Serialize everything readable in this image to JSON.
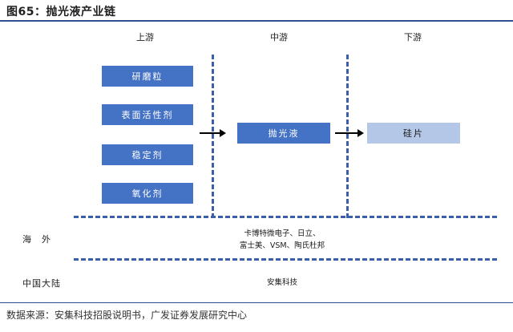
{
  "title": "图65：抛光液产业链",
  "columns": {
    "upstream": "上游",
    "midstream": "中游",
    "downstream": "下游"
  },
  "upstream_items": [
    "研磨粒",
    "表面活性剂",
    "稳定剂",
    "氧化剂"
  ],
  "midstream_item": "抛光液",
  "downstream_item": "硅片",
  "rows": {
    "overseas_label": "海　外",
    "overseas_line1": "卡博特微电子、日立、",
    "overseas_line2": "富士美、VSM、陶氏杜邦",
    "china_label": "中国大陆",
    "china_value": "安集科技"
  },
  "source": "数据来源：安集科技招股说明书，广发证券发展研究中心",
  "colors": {
    "accent": "#4472c4",
    "light_box": "#b4c7e7",
    "dash": "#3b5fa8"
  }
}
